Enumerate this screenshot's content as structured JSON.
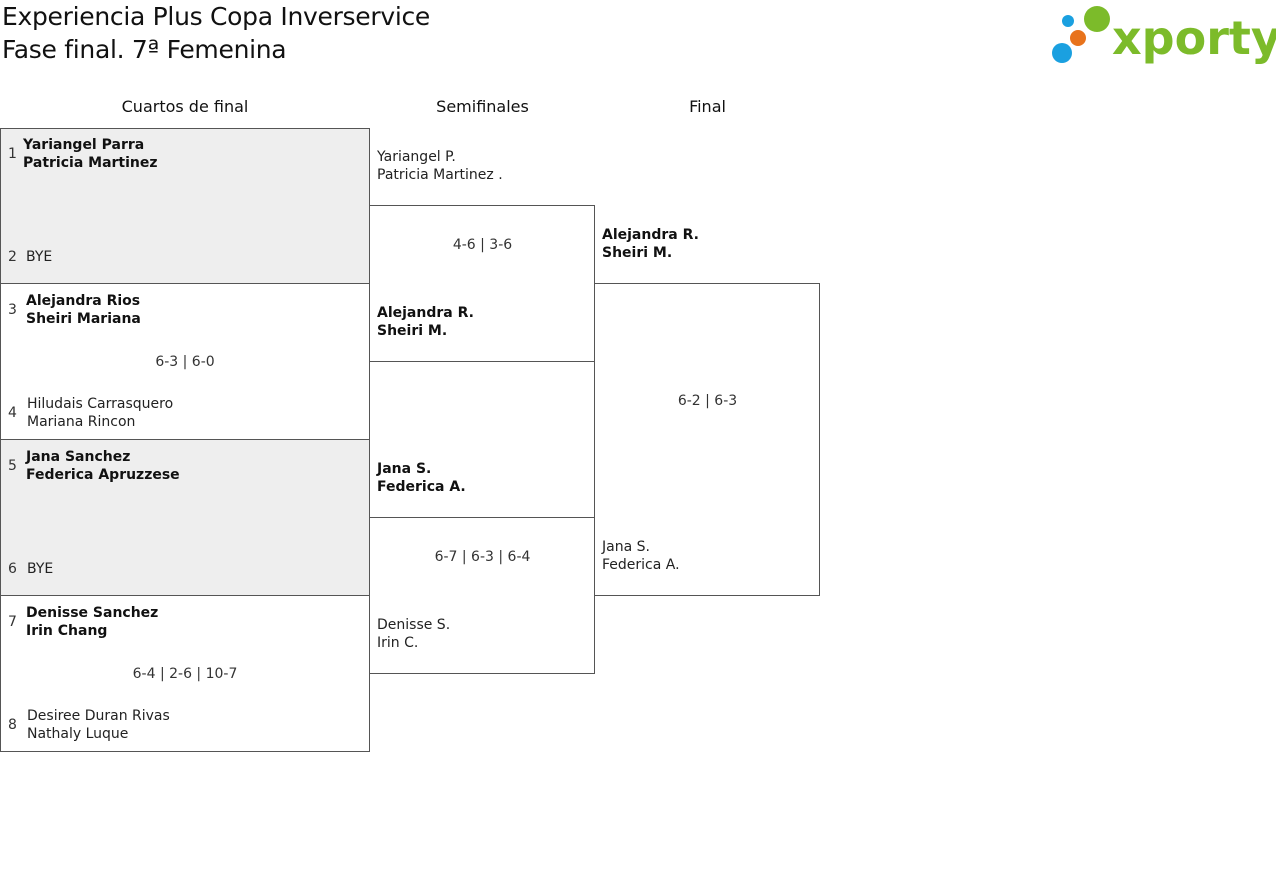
{
  "header": {
    "title_line1": "Experiencia Plus Copa Inverservice",
    "title_line2": "Fase final. 7ª Femenina",
    "logo_text": "xporty",
    "logo_colors": {
      "green": "#7cbb2a",
      "blue": "#1aa0e0",
      "orange": "#e8731c"
    }
  },
  "rounds": {
    "quarters": "Cuartos de final",
    "semis": "Semifinales",
    "final": "Final"
  },
  "quarters": [
    {
      "seed_a": "1",
      "a1": "Yariangel Parra",
      "a2": "Patricia Martinez",
      "seed_b": "2",
      "b1": "BYE",
      "b2": "",
      "score": ""
    },
    {
      "seed_a": "3",
      "a1": "Alejandra Rios",
      "a2": "Sheiri Mariana",
      "seed_b": "4",
      "b1": "Hiludais Carrasquero",
      "b2": "Mariana Rincon",
      "score": "6-3 | 6-0"
    },
    {
      "seed_a": "5",
      "a1": "Jana Sanchez",
      "a2": "Federica Apruzzese",
      "seed_b": "6",
      "b1": "BYE",
      "b2": "",
      "score": ""
    },
    {
      "seed_a": "7",
      "a1": "Denisse Sanchez",
      "a2": "Irin Chang",
      "seed_b": "8",
      "b1": "Desiree Duran Rivas",
      "b2": "Nathaly Luque",
      "score": "6-4 | 2-6 | 10-7"
    }
  ],
  "semis": [
    {
      "a1": "Yariangel P.",
      "a2": "Patricia Martinez .",
      "b1": "Alejandra R.",
      "b2": "Sheiri M.",
      "score": "4-6 | 3-6"
    },
    {
      "a1": "Jana S.",
      "a2": "Federica A.",
      "b1": "Denisse S.",
      "b2": "Irin C.",
      "score": "6-7 | 6-3 | 6-4"
    }
  ],
  "final": {
    "a1": "Alejandra R.",
    "a2": "Sheiri M.",
    "b1": "Jana S.",
    "b2": "Federica A.",
    "score": "6-2 | 6-3"
  }
}
